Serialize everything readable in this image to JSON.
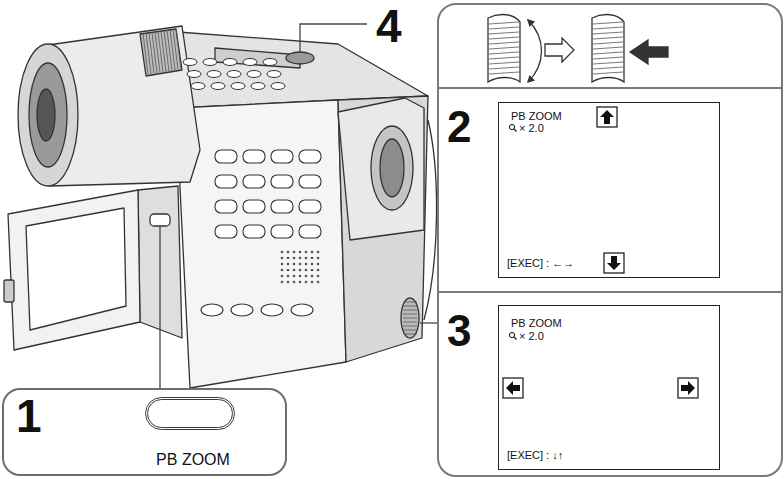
{
  "diagram": {
    "nodes": [
      {
        "text": [
          "1"
        ]
      },
      {
        "text": [
          "PB ZOOM"
        ],
        "in": 0
      },
      {
        "text": [
          "2",
          "PB ZOOM",
          "× 2.0",
          "[EXEC] : ←→"
        ]
      },
      {
        "text": [
          "3",
          "PB ZOOM",
          "× 2.0",
          "[EXEC] : ↓↑"
        ]
      }
    ],
    "labels": [
      "4"
    ]
  }
}
